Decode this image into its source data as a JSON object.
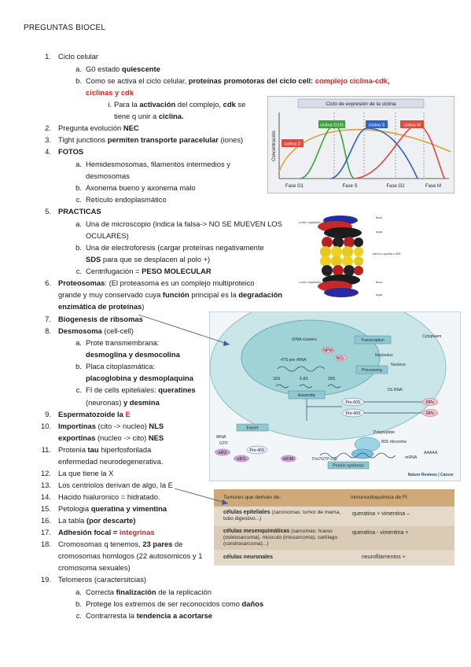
{
  "header": "PREGUNTAS BIOCEL",
  "items": [
    {
      "n": "1.",
      "t": "Ciclo celular"
    },
    {
      "n": "a.",
      "t": "G0 estado ",
      "b": "quiescente"
    },
    {
      "n": "b.",
      "t": "Como se activa el ciclo celular, ",
      "b": "proteínas promotoras del ciclo cell:",
      "r": " complejo ciclina-cdk,"
    },
    {
      "r": "ciclinas y cdk"
    },
    {
      "n": "i.",
      "t": "Para la ",
      "b": "activación",
      "t2": " del complejo, ",
      "b2": "cdk",
      "t3": " se"
    },
    {
      "t": "tiene q unir a ",
      "b": "ciclina."
    },
    {
      "n": "2.",
      "t": "Pregunta evolución ",
      "b": "NEC"
    },
    {
      "n": "3.",
      "t": "Tight junctions ",
      "b": "permiten transporte paracelular",
      "t2": " (iones)"
    },
    {
      "n": "4.",
      "b": "FOTOS"
    },
    {
      "n": "a.",
      "t": "Hemidesmosomas, filamentos intermedios y"
    },
    {
      "t": "desmosomas"
    },
    {
      "n": "b.",
      "t": "Axonema bueno y axonema malo"
    },
    {
      "n": "c.",
      "t": "Retículo endoplasmático"
    },
    {
      "n": "5.",
      "b": "PRACTICAS"
    },
    {
      "n": "a.",
      "t": "Una de microscopio (indica la falsa-> NO SE MUEVEN LOS"
    },
    {
      "t": "OCULARES)"
    },
    {
      "n": "b.",
      "t": "Una de electroforesis (cargar proteínas negativamente"
    },
    {
      "b": "SDS",
      "t": " para que se desplacen al polo +)"
    },
    {
      "n": "c.",
      "t": "Centrifugación = ",
      "b": "PESO MOLECULAR"
    },
    {
      "n": "6.",
      "b": "Proteosomas",
      "t": ": (El proteasoma es un complejo multiproteico"
    },
    {
      "t": "grande y muy conservado cuya ",
      "b": "función",
      "t2": " principal es la ",
      "b2": "degradación"
    },
    {
      "b": "enzimática de proteínas",
      "t": ")"
    },
    {
      "n": "7.",
      "b": "Biogenesis de ribsomas"
    },
    {
      "n": "8.",
      "b": "Desmosoma",
      "t": " (cell-cell)"
    },
    {
      "n": "a.",
      "t": "Prote transmembrana:"
    },
    {
      "b": "desmoglina y desmocolina"
    },
    {
      "n": "b.",
      "t": "Placa citoplasmática:"
    },
    {
      "b": "placoglobina y desmoplaquina"
    },
    {
      "n": "c.",
      "t": "FI de cells epiteliales: ",
      "b": "queratines"
    },
    {
      "t": "(neuronas) ",
      "b": "y desmina"
    },
    {
      "n": "9.",
      "b": "Espermatozoide la ",
      "r": "E"
    },
    {
      "n": "10.",
      "b": "Importinas",
      "t": " (cito -> nucleo) ",
      "b2": "NLS"
    },
    {
      "b": "exportinas",
      "t": " (nucleo -> cito) ",
      "b2": "NES"
    },
    {
      "n": "11.",
      "t": "Protenia ",
      "b": "tau",
      "t2": " hiperfosforilada"
    },
    {
      "t": "enfermedad neurodegenerativa."
    },
    {
      "n": "12.",
      "t": "La que tiene la X"
    },
    {
      "n": "13.",
      "t": "Los centriolos derivan de algo, la E"
    },
    {
      "n": "14.",
      "t": "Hacido hialuronico = hidratado."
    },
    {
      "n": "15.",
      "t": "Petologia ",
      "b": "queratina y vimentina"
    },
    {
      "n": "16.",
      "t": "La tabla ",
      "b": "(por descarte)"
    },
    {
      "n": "17.",
      "b": "Adhesión focal = ",
      "r": "integrinas"
    },
    {
      "n": "18.",
      "t": "Cromosomas q tenemos, ",
      "b": "23 pares",
      "t2": " de"
    },
    {
      "t": "cromosomas homlogos (22 autosomicos y 1"
    },
    {
      "t": "cromosoma sexuales)"
    },
    {
      "n": "19.",
      "t": "Telomeros (caractersitcias)"
    },
    {
      "n": "a.",
      "t": "Correcta ",
      "b": "finalización",
      "t2": " de la replicación"
    },
    {
      "n": "b.",
      "t": "Protege los extremos de ser reconocidos como ",
      "b": "daños"
    },
    {
      "n": "c.",
      "t": "Contrarresta la ",
      "b": "tendencia a acortarse"
    }
  ],
  "cyclin_figure": {
    "title": "Ciclo de expresión de la ciclina",
    "ylabel": "Concentración",
    "phases": [
      "Fase G1",
      "Fase S",
      "Fase G2",
      "Fase M"
    ],
    "curves": [
      {
        "label": "ciclina G1/S",
        "color": "#3aa43a"
      },
      {
        "label": "ciclina S",
        "color": "#2e62c8"
      },
      {
        "label": "ciclina M",
        "color": "#e04a3a"
      },
      {
        "label": "ciclina D",
        "color": "#e0a030"
      }
    ]
  },
  "proteasome_figure": {
    "labels": [
      "centro regulador 19S",
      "base",
      "tapa",
      "núcleo catalítico 20S",
      "centro regulador 19S",
      "base",
      "tapa"
    ]
  },
  "ribosome_figure": {
    "labels": [
      "rDNA clusters",
      "47S pre-rRNA",
      "Transcription",
      "Nucleolus",
      "Nucleus",
      "Cytoplasm",
      "18S",
      "5.8S",
      "28S",
      "Processing",
      "Assembly",
      "5S RNA",
      "Pre-60S",
      "Pre-40S",
      "Export",
      "tRNA",
      "GTP",
      "eIF2",
      "eIF3",
      "eIF4E",
      "Pre-40S",
      "5'm7GTP-cap",
      "Polypeptide",
      "80S ribosome",
      "mRNA",
      "AAAAA",
      "Protein synthesis",
      "RPs",
      "RPs",
      "NPM",
      "NCL"
    ],
    "credit": "Nature Reviews | Cancer"
  },
  "tumor_table": {
    "head": [
      "Tumores que derivan de:",
      "inmunocitoquímica de FI"
    ],
    "rows": [
      {
        "a": "células epiteliales",
        "a2": " (carcinomas: tumor de mama, tubo digestivo...)",
        "b": "queratina + vimentina –"
      },
      {
        "a": "células mesenquimáticas",
        "a2": " (sarcomas: hueso (osteosarcoma), músculo (miosarcoma), cartílago (condrosarcoma)...)",
        "b": "queratina - vimentina +"
      },
      {
        "a": "células neuronales",
        "a2": "",
        "b": "neurofilamentos +"
      }
    ]
  }
}
